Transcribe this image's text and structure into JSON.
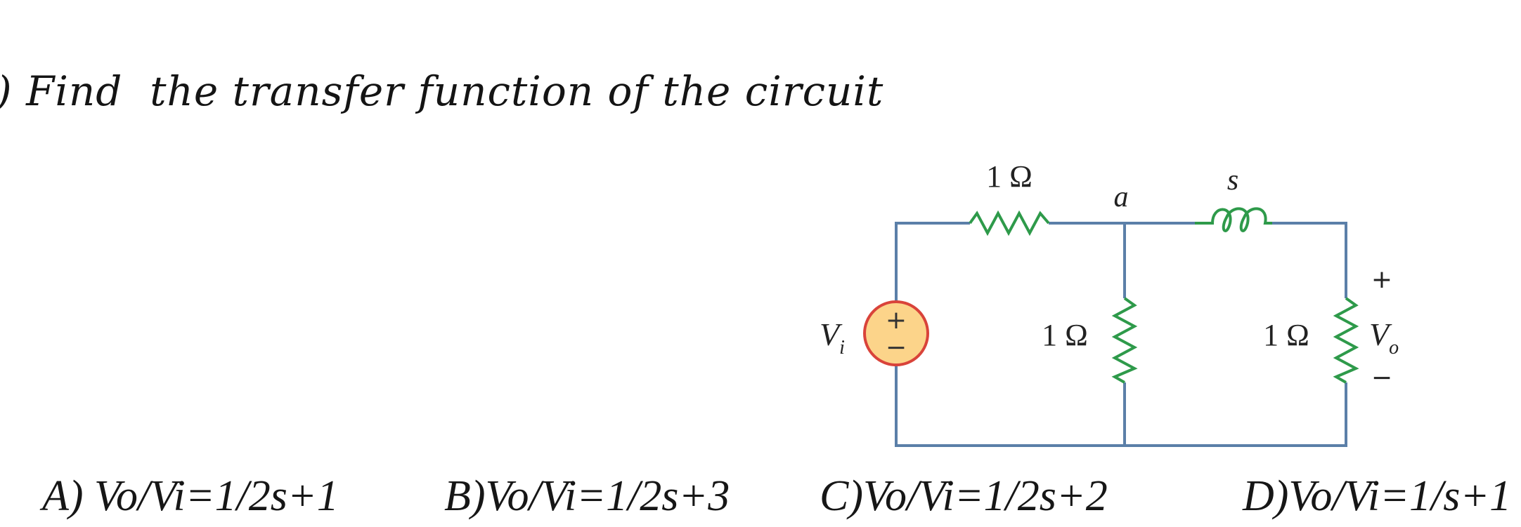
{
  "question": {
    "prefix": ")",
    "text": "Find  the transfer function of the circuit"
  },
  "circuit": {
    "labels": {
      "r1": "1 Ω",
      "node_a": "a",
      "inductor": "s",
      "r2": "1 Ω",
      "r3": "1 Ω",
      "source": "V",
      "source_sub": "i",
      "plus": "+",
      "output": "V",
      "output_sub": "o",
      "minus": "−",
      "src_plus": "+",
      "src_minus": "−"
    },
    "colors": {
      "wire": "#5b7fa8",
      "resistor": "#2e9a4a",
      "source_fill": "#fcd48a",
      "source_stroke": "#d9433a"
    }
  },
  "options": [
    {
      "text": "A) Vo/Vi=1/2s+1"
    },
    {
      "text": "B)Vo/Vi=1/2s+3"
    },
    {
      "text": "C)Vo/Vi=1/2s+2"
    },
    {
      "text": "D)Vo/Vi=1/s+1"
    }
  ]
}
